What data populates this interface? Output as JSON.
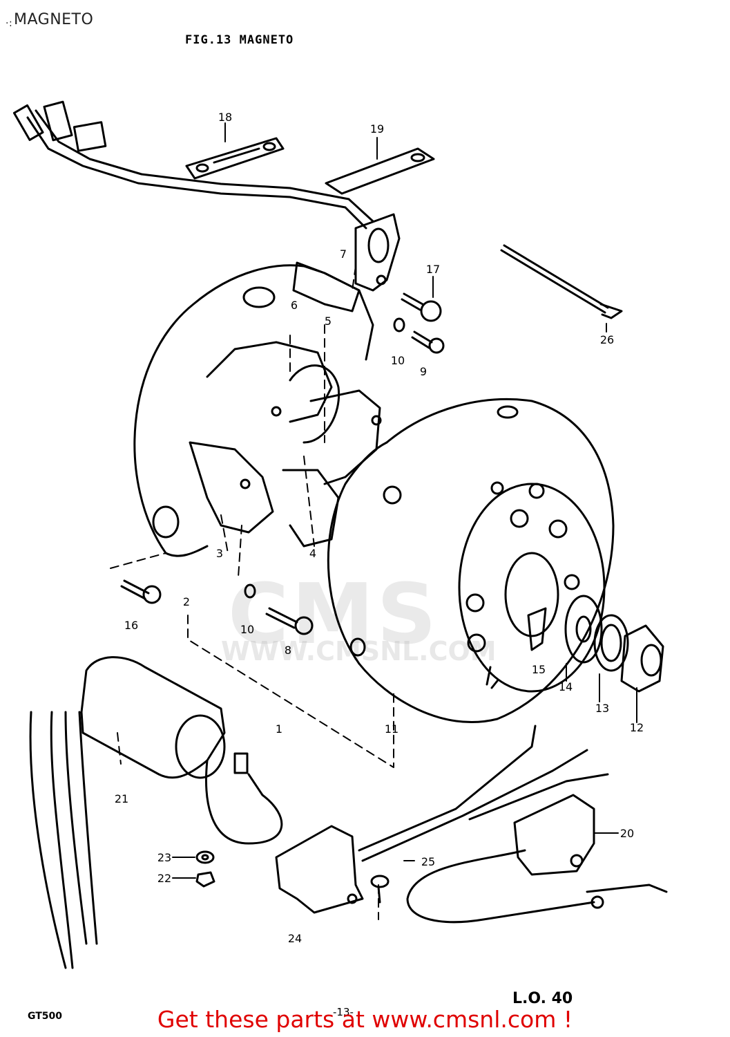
{
  "header": {
    "page_heading": "MAGNETO",
    "figure_title": "FIG.13  MAGNETO"
  },
  "watermark": {
    "logo_text": "CMS",
    "url_text": "WWW.CMSNL.COM"
  },
  "callouts": [
    "1",
    "2",
    "3",
    "4",
    "5",
    "6",
    "7",
    "8",
    "9",
    "10",
    "10",
    "11",
    "12",
    "13",
    "14",
    "15",
    "16",
    "17",
    "18",
    "19",
    "20",
    "21",
    "22",
    "23",
    "24",
    "25",
    "26"
  ],
  "footer": {
    "model_code": "GT500",
    "page_number": "-13-",
    "corner_note": "L.O. 40",
    "cta_text": "Get these parts at www.cmsnl.com !"
  },
  "colors": {
    "cta": "#e00000",
    "ink": "#000000"
  }
}
